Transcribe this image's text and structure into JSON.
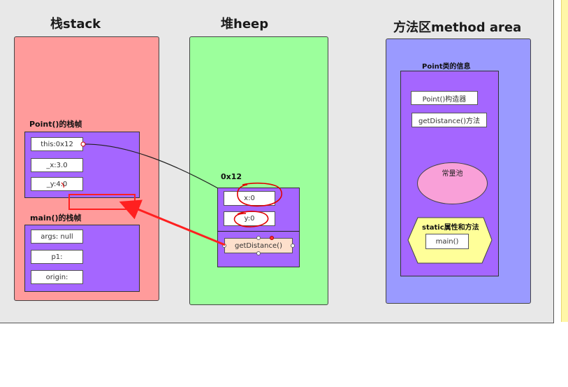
{
  "stack": {
    "title": "栈stack",
    "point_frame": {
      "label": "Point()的栈帧",
      "cells": [
        "this:0x12",
        "_x:3.0",
        "_y:4.0"
      ]
    },
    "main_frame": {
      "label": "main()的栈帧",
      "cells": [
        "args: null",
        "p1:",
        "origin:"
      ]
    }
  },
  "heap": {
    "title": "堆heep",
    "object": {
      "address": "0x12",
      "fields": [
        "x:0",
        "y:0"
      ],
      "method": "getDistance()"
    }
  },
  "method_area": {
    "title": "方法区method area",
    "class_info": {
      "label": "Point类的信息",
      "items": [
        "Point()构造器",
        "getDistance()方法"
      ],
      "constant_pool": "常量池",
      "static": {
        "label": "static属性和方法",
        "item": "main()"
      }
    }
  },
  "colors": {
    "stack_panel": "#ff9b9b",
    "heap_panel": "#9cff9c",
    "method_panel": "#9a9aff",
    "frame": "#a566ff",
    "annotation_red": "#ff2020"
  }
}
